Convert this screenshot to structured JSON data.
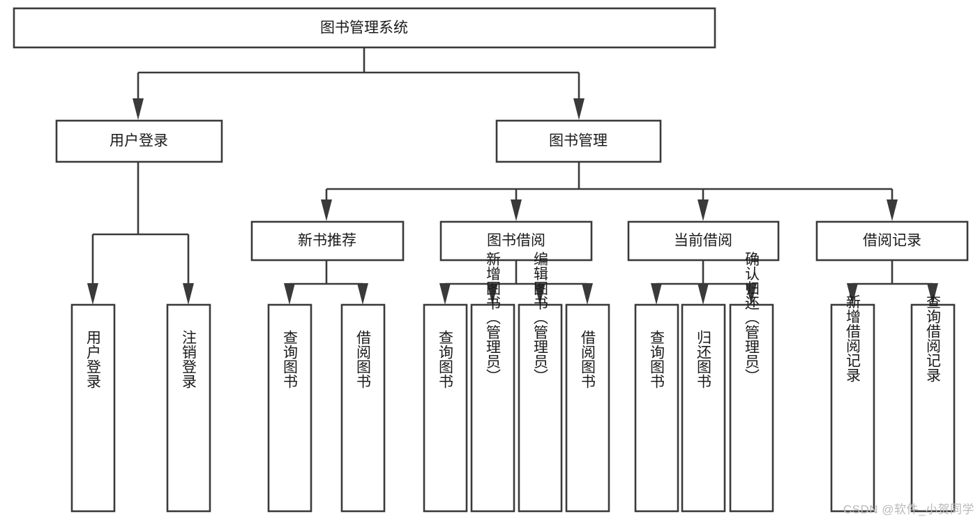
{
  "diagram": {
    "type": "tree-hierarchy",
    "title": "图书管理系统",
    "watermark": "CSDN @软件_小贺同学",
    "colors": {
      "stroke": "#3a3a3a",
      "fill": "#ffffff",
      "text": "#1a1a1a",
      "watermark": "#b9b9b9"
    },
    "root": {
      "label": "图书管理系统"
    },
    "level1": [
      {
        "label": "用户登录"
      },
      {
        "label": "图书管理"
      }
    ],
    "level2": [
      {
        "label": "新书推荐"
      },
      {
        "label": "图书借阅"
      },
      {
        "label": "当前借阅"
      },
      {
        "label": "借阅记录"
      }
    ],
    "leaves": {
      "user_login": [
        {
          "label": "用户登录"
        },
        {
          "label": "注销登录"
        }
      ],
      "new_book": [
        {
          "label": "查询图书"
        },
        {
          "label": "借阅图书"
        }
      ],
      "book_borrow": [
        {
          "label": "查询图书"
        },
        {
          "label": "新增图书（管理员）"
        },
        {
          "label": "编辑图书（管理员）"
        },
        {
          "label": "借阅图书"
        }
      ],
      "current_borrow": [
        {
          "label": "查询图书"
        },
        {
          "label": "归还图书"
        },
        {
          "label": "确认归还（管理员）"
        }
      ],
      "borrow_record": [
        {
          "label": "新增借阅记录"
        },
        {
          "label": "查询借阅记录"
        }
      ]
    }
  }
}
